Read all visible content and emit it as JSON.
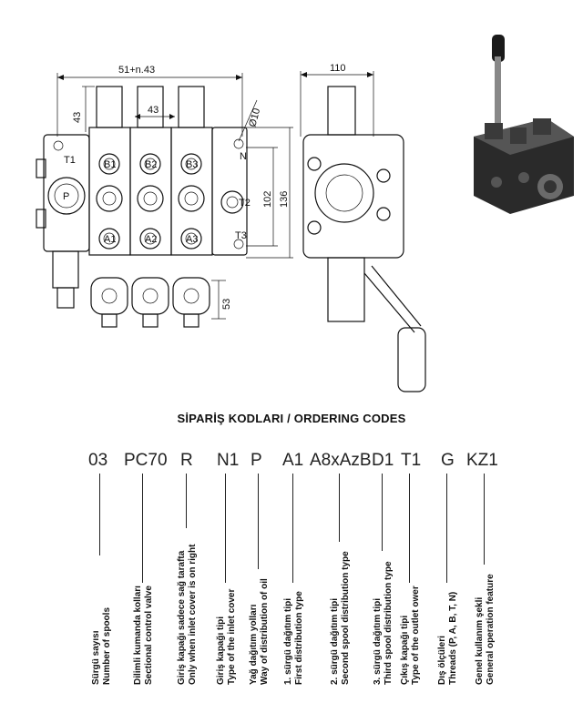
{
  "drawing": {
    "dims": {
      "top_width": "51+n.43",
      "spool_pitch": "43",
      "left_height": "43",
      "hole": "Ø10",
      "height_inner": "102",
      "height_outer": "136",
      "bottom": "53",
      "side_width": "110"
    },
    "port_labels": {
      "t1": "T1",
      "p": "P",
      "n": "N",
      "t2": "T2",
      "t3": "T3",
      "b1": "B1",
      "b2": "B2",
      "b3": "B3",
      "a1": "A1",
      "a2": "A2",
      "a3": "A3"
    }
  },
  "title": "SİPARİŞ KODLARI / ORDERING CODES",
  "codes": [
    {
      "code": "03",
      "tr": "Sürgü sayısı",
      "en": "Number of spools"
    },
    {
      "code": "PC70",
      "tr": "Dilimli kumanda kolları",
      "en": "Sectional control valve"
    },
    {
      "code": "R",
      "tr": "Giriş kapağı sadece sağ tarafta",
      "en": "Only when inlet cover is on right"
    },
    {
      "code": "N1",
      "tr": "Giriş kapağı tipi",
      "en": "Type of the inlet cover"
    },
    {
      "code": "P",
      "tr": "Yağ dağıtım yolları",
      "en": "Way of distribution of oil"
    },
    {
      "code": "A1",
      "tr": "1. sürgü dağıtım tipi",
      "en": "First distribution type"
    },
    {
      "code": "A8xAzB",
      "tr": "2. sürgü dağıtım tipi",
      "en": "Second spool distribution type"
    },
    {
      "code": "D1",
      "tr": "3. sürgü dağıtım tipi",
      "en": "Third spool distribution type"
    },
    {
      "code": "T1",
      "tr": "Çıkış kapağı tipi",
      "en": "Type of the outlet ower"
    },
    {
      "code": "G",
      "tr": "Dış ölçüleri",
      "en": "Threads (P, A, B, T, N)"
    },
    {
      "code": "KZ1",
      "tr": "Genel kullanım şekli",
      "en": "General operation feature"
    }
  ]
}
